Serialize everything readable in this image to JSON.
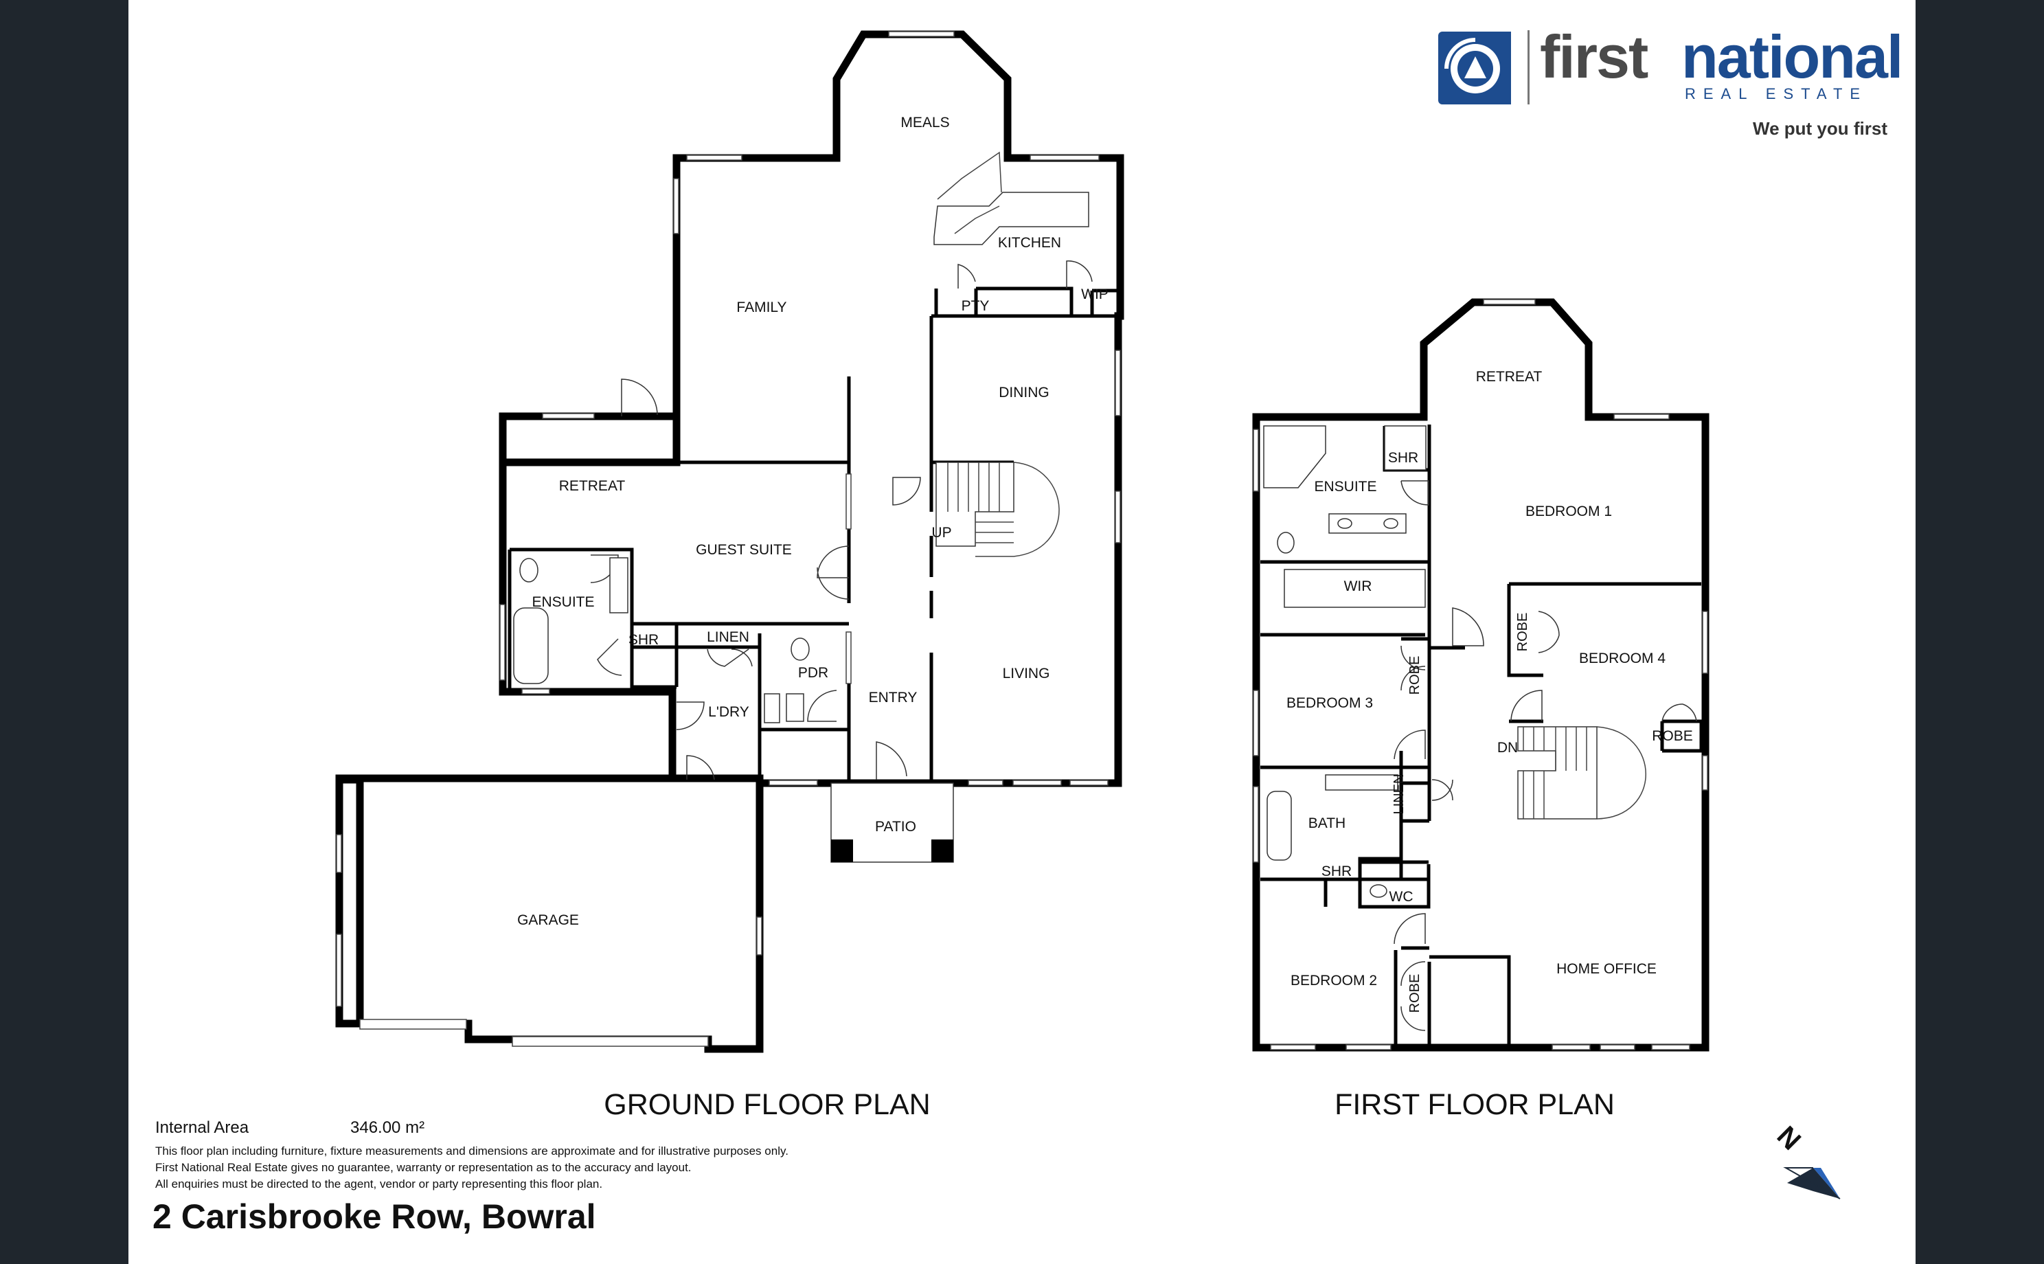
{
  "brand": {
    "first": "first",
    "national": "national",
    "subtitle": "REAL ESTATE",
    "tagline": "We put you first",
    "color_primary": "#1d4c8f",
    "color_grey": "#4a4a4a"
  },
  "ground_floor": {
    "title": "GROUND FLOOR PLAN",
    "rooms": {
      "meals": "MEALS",
      "kitchen": "KITCHEN",
      "family": "FAMILY",
      "pty": "PTY",
      "wip": "WIP",
      "dining": "DINING",
      "retreat": "RETREAT",
      "guest_suite": "GUEST SUITE",
      "up": "UP",
      "ensuite": "ENSUITE",
      "shr": "SHR",
      "linen": "LINEN",
      "pdr": "PDR",
      "living": "LIVING",
      "ldry": "L'DRY",
      "entry": "ENTRY",
      "patio": "PATIO",
      "garage": "GARAGE"
    }
  },
  "first_floor": {
    "title": "FIRST FLOOR PLAN",
    "rooms": {
      "retreat": "RETREAT",
      "shr": "SHR",
      "ensuite": "ENSUITE",
      "bedroom1": "BEDROOM 1",
      "wir": "WIR",
      "robe_b4": "ROBE",
      "bedroom4": "BEDROOM 4",
      "bedroom3": "BEDROOM 3",
      "robe_b3": "ROBE",
      "robe_right": "ROBE",
      "dn": "DN",
      "bath": "BATH",
      "linen": "LINEN",
      "shr2": "SHR",
      "wc": "WC",
      "home_office": "HOME OFFICE",
      "bedroom2": "BEDROOM 2",
      "robe_b2": "ROBE"
    }
  },
  "compass": {
    "label": "N"
  },
  "info": {
    "area_label": "Internal Area",
    "area_value": "346.00 m²",
    "disclaimer_1": "This floor plan including furniture, fixture measurements and dimensions are approximate and for illustrative purposes only.",
    "disclaimer_2": " First National Real Estate gives no guarantee, warranty or representation as to the accuracy and layout.",
    "disclaimer_3": "All enquiries must be directed to the agent, vendor or party representing this floor plan."
  },
  "address": "2 Carisbrooke Row, Bowral"
}
